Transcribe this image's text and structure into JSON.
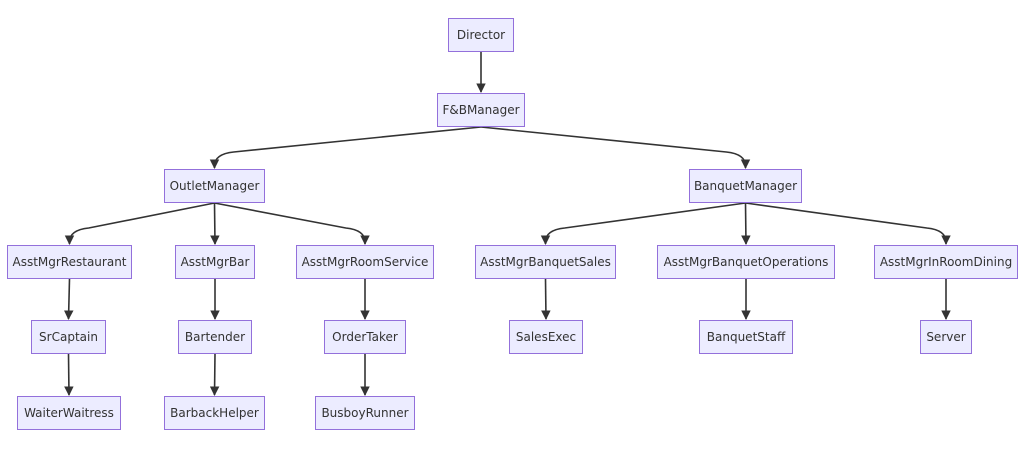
{
  "diagram": {
    "type": "flowchart-top-down",
    "colors": {
      "node_fill": "#ececff",
      "node_border": "#9370db",
      "edge": "#333333",
      "text": "#333333"
    },
    "nodes": {
      "director": "Director",
      "fb_manager": "F&BManager",
      "outlet_manager": "OutletManager",
      "banquet_manager": "BanquetManager",
      "asst_mgr_restaurant": "AsstMgrRestaurant",
      "asst_mgr_bar": "AsstMgrBar",
      "asst_mgr_room_service": "AsstMgrRoomService",
      "asst_mgr_banquet_sales": "AsstMgrBanquetSales",
      "asst_mgr_banquet_operations": "AsstMgrBanquetOperations",
      "asst_mgr_in_room_dining": "AsstMgrInRoomDining",
      "sr_captain": "SrCaptain",
      "bartender": "Bartender",
      "order_taker": "OrderTaker",
      "sales_exec": "SalesExec",
      "banquet_staff": "BanquetStaff",
      "server": "Server",
      "waiter_waitress": "WaiterWaitress",
      "barback_helper": "BarbackHelper",
      "busboy_runner": "BusboyRunner"
    },
    "edges": [
      [
        "director",
        "fb_manager"
      ],
      [
        "fb_manager",
        "outlet_manager"
      ],
      [
        "fb_manager",
        "banquet_manager"
      ],
      [
        "outlet_manager",
        "asst_mgr_restaurant"
      ],
      [
        "outlet_manager",
        "asst_mgr_bar"
      ],
      [
        "outlet_manager",
        "asst_mgr_room_service"
      ],
      [
        "banquet_manager",
        "asst_mgr_banquet_sales"
      ],
      [
        "banquet_manager",
        "asst_mgr_banquet_operations"
      ],
      [
        "banquet_manager",
        "asst_mgr_in_room_dining"
      ],
      [
        "asst_mgr_restaurant",
        "sr_captain"
      ],
      [
        "asst_mgr_bar",
        "bartender"
      ],
      [
        "asst_mgr_room_service",
        "order_taker"
      ],
      [
        "asst_mgr_banquet_sales",
        "sales_exec"
      ],
      [
        "asst_mgr_banquet_operations",
        "banquet_staff"
      ],
      [
        "asst_mgr_in_room_dining",
        "server"
      ],
      [
        "sr_captain",
        "waiter_waitress"
      ],
      [
        "bartender",
        "barback_helper"
      ],
      [
        "order_taker",
        "busboy_runner"
      ]
    ]
  }
}
